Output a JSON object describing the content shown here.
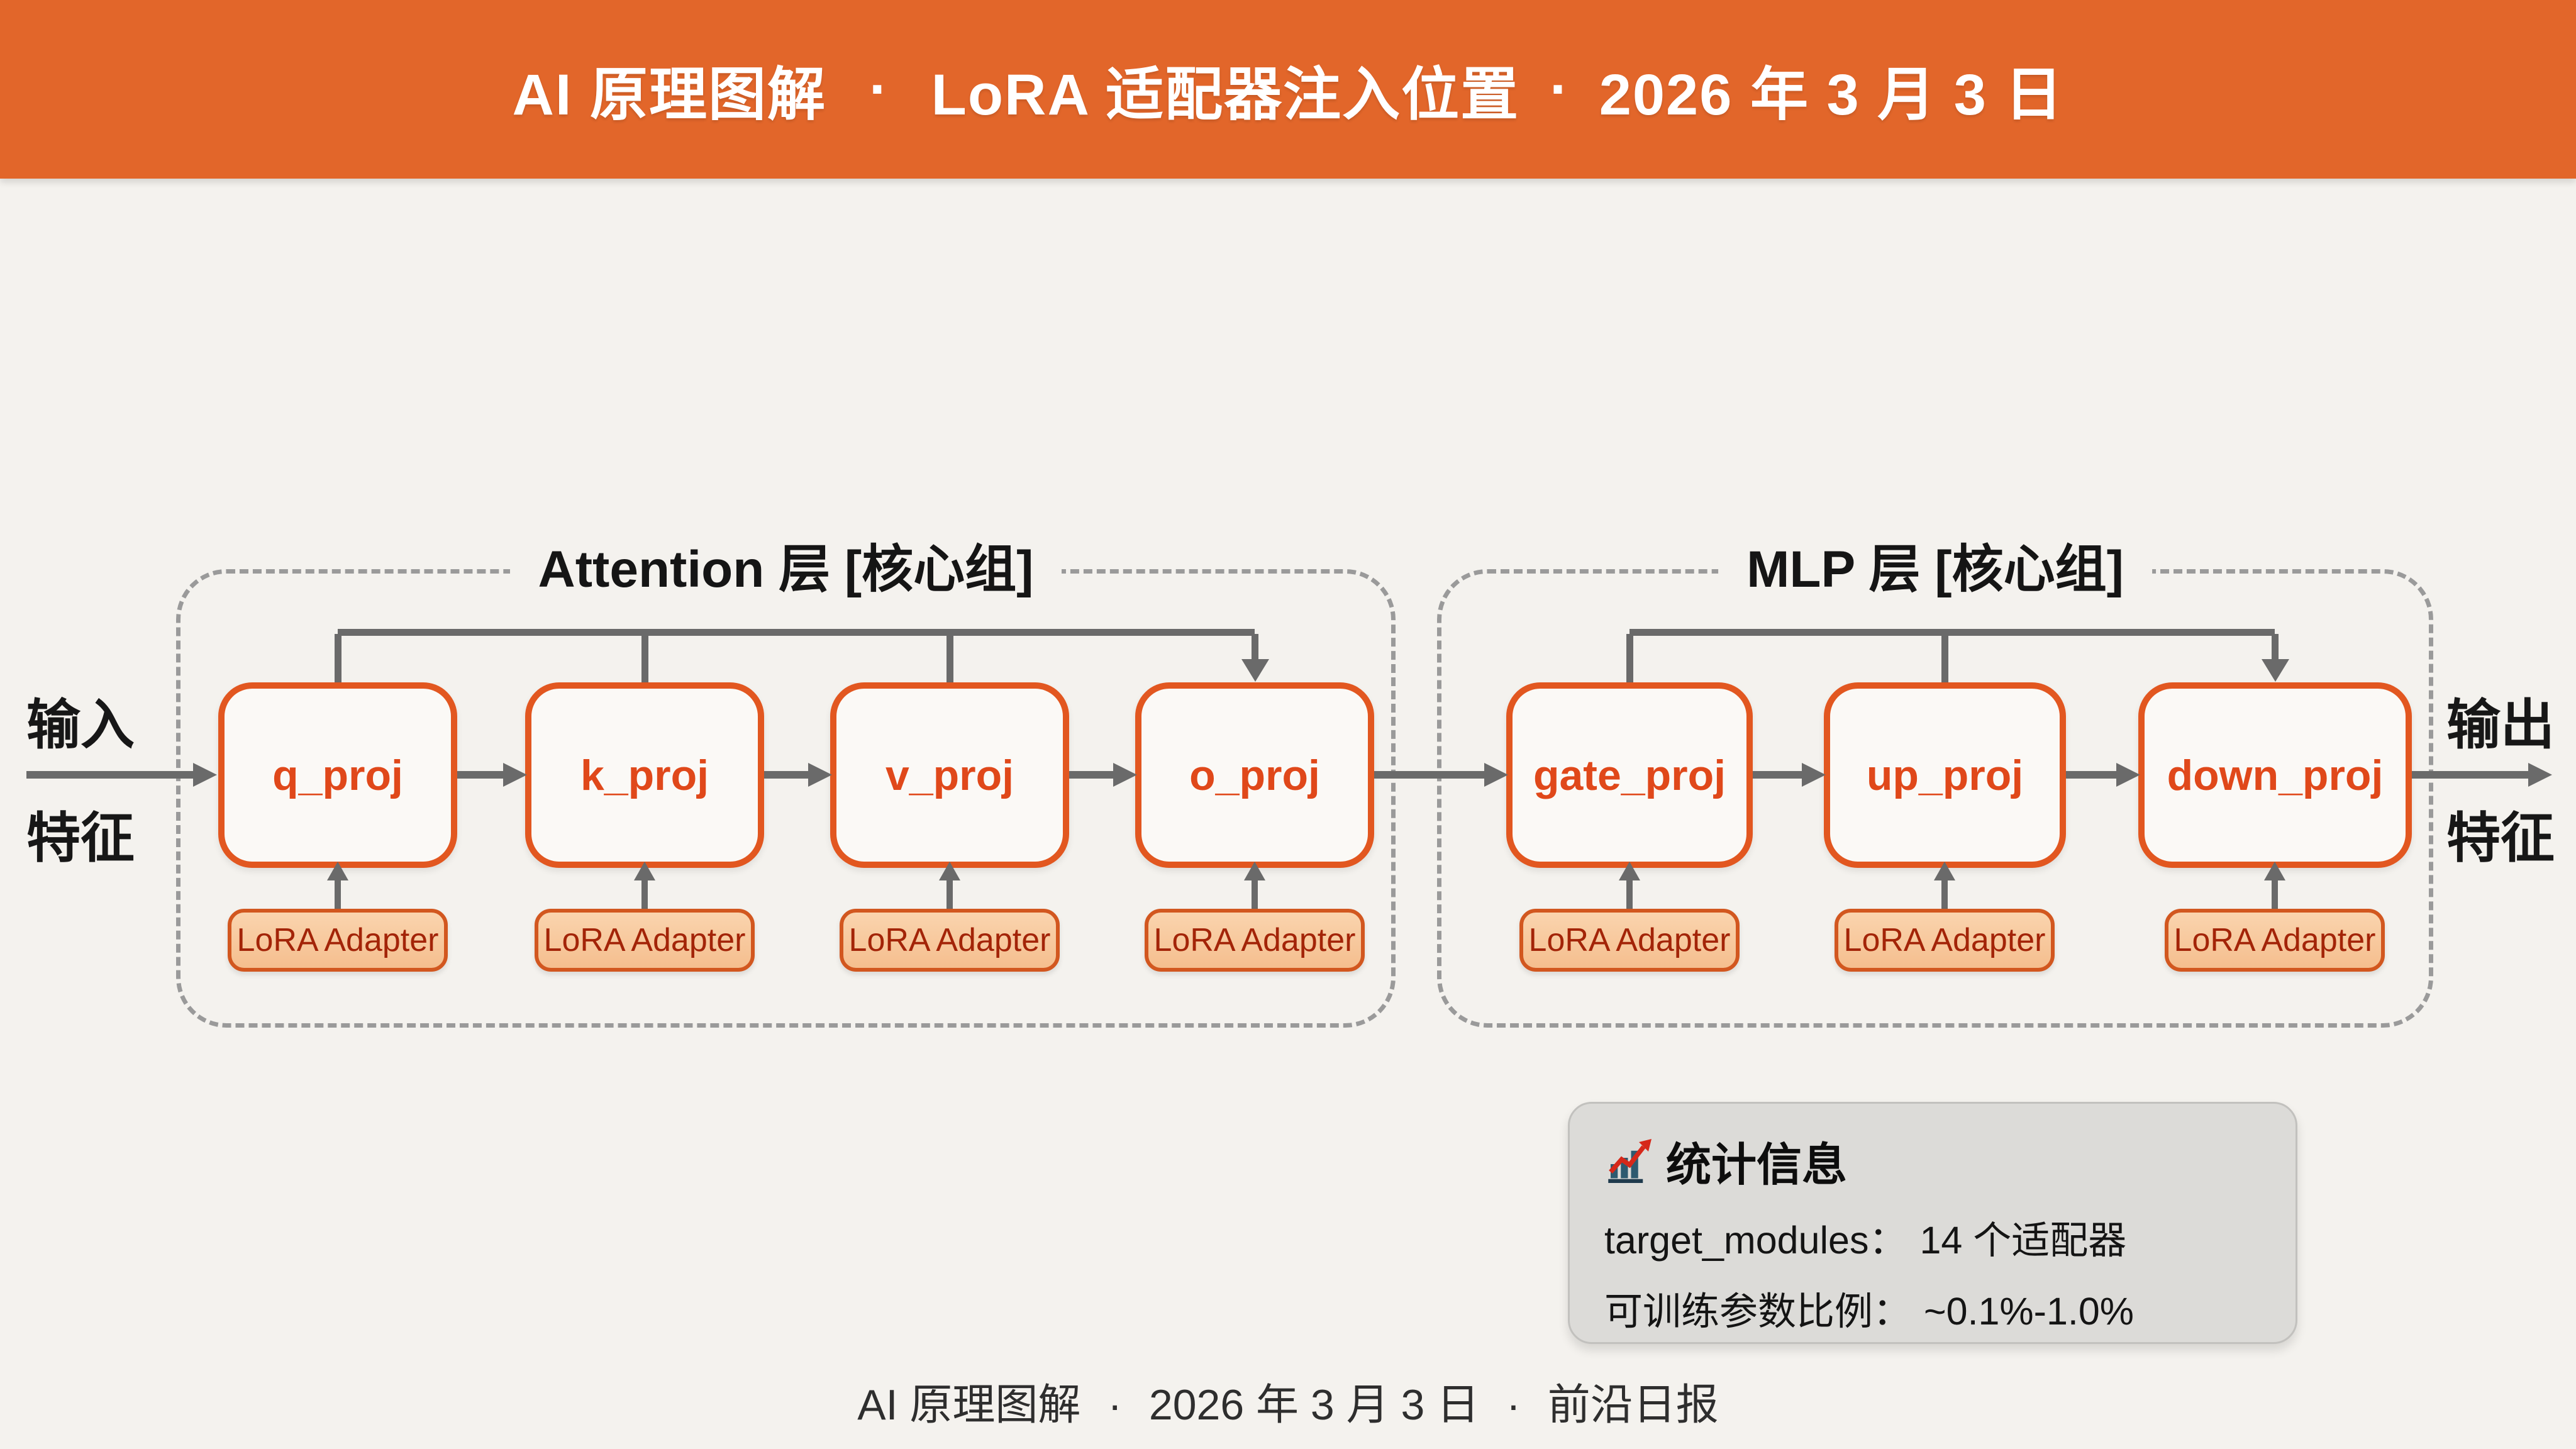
{
  "header": {
    "segment1": "AI 原理图解",
    "segment2": "LoRA 适配器注入位置",
    "segment3": "2026 年 3 月 3 日",
    "separator": "·"
  },
  "diagram": {
    "input_label_top": "输入",
    "input_label_bottom": "特征",
    "output_label_top": "输出",
    "output_label_bottom": "特征",
    "groups": [
      {
        "label": "Attention 层 [核心组]"
      },
      {
        "label": "MLP 层 [核心组]"
      }
    ],
    "modules": [
      {
        "label": "q_proj",
        "adapter": "LoRA Adapter"
      },
      {
        "label": "k_proj",
        "adapter": "LoRA Adapter"
      },
      {
        "label": "v_proj",
        "adapter": "LoRA Adapter"
      },
      {
        "label": "o_proj",
        "adapter": "LoRA Adapter"
      },
      {
        "label": "gate_proj",
        "adapter": "LoRA Adapter"
      },
      {
        "label": "up_proj",
        "adapter": "LoRA Adapter"
      },
      {
        "label": "down_proj",
        "adapter": "LoRA Adapter"
      }
    ]
  },
  "stats": {
    "title": "统计信息",
    "line1_label": "target_modules：",
    "line1_value": "14 个适配器",
    "line2_label": "可训练参数比例：",
    "line2_value": "~0.1%-1.0%"
  },
  "footer": {
    "segment1": "AI 原理图解",
    "segment2": "2026 年 3 月 3 日",
    "segment3": "前沿日报",
    "separator": "·"
  },
  "colors": {
    "header_bg": "#E2662A",
    "page_bg": "#F4F2EE",
    "box_border": "#E25720",
    "box_text": "#E0481A",
    "badge_bg": "#F8CBA0",
    "badge_border": "#D2571F",
    "badge_text": "#A32408",
    "arrow_gray": "#6A6A6A",
    "dashed_gray": "#9A9A9A",
    "stats_bg": "#DCDBD8"
  }
}
